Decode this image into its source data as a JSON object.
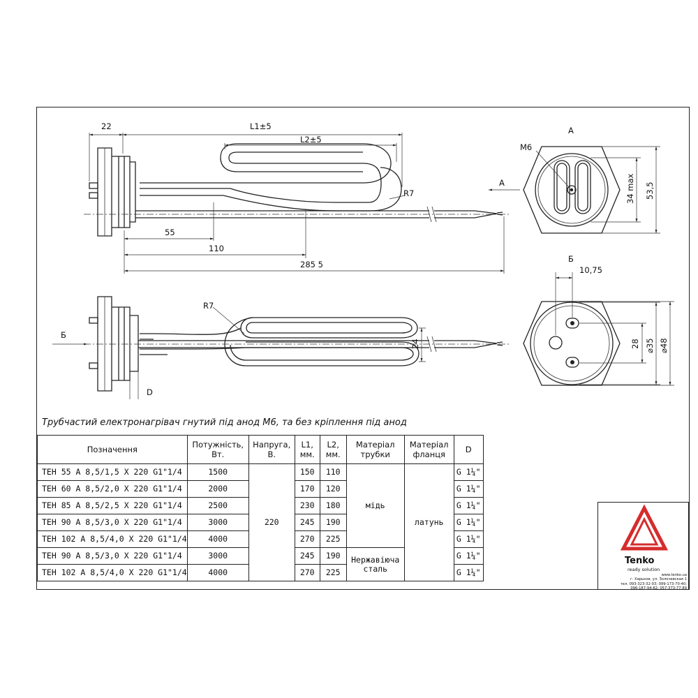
{
  "drawing": {
    "dim_22": "22",
    "dim_l1": "L1±5",
    "dim_l2": "L2±5",
    "dim_55": "55",
    "dim_110": "110",
    "dim_285": "285  5",
    "dim_r7_top": "R7",
    "dim_r7_bottom": "R7",
    "view_a_arrow": "A",
    "view_b_arrow": "Б",
    "label_d": "D",
    "dim_24": "24",
    "view_a_title": "A",
    "view_a_m6": "M6",
    "view_a_34": "34 max",
    "view_a_535": "53,5",
    "view_b_title": "Б",
    "view_b_1075": "10,75",
    "view_b_28": "28",
    "view_b_d35": "⌀35",
    "view_b_d48": "⌀48"
  },
  "caption": "Трубчастий електронагрівач гнутий під анод М6, та без кріплення під анод",
  "table": {
    "headers": {
      "name": "Позначення",
      "power": [
        "Потужність,",
        "Вт."
      ],
      "voltage": [
        "Напруга,",
        "В."
      ],
      "l1": [
        "L1,",
        "мм."
      ],
      "l2": [
        "L2,",
        "мм."
      ],
      "tube": [
        "Матеріал",
        "трубки"
      ],
      "flange": [
        "Матеріал",
        "фланця"
      ],
      "d": "D"
    },
    "rows": [
      {
        "name": "ТЕН 55 А 8,5/1,5 Х 220 G1\"1/4",
        "power": "1500",
        "l1": "150",
        "l2": "110",
        "d": "G 1¼\""
      },
      {
        "name": "ТЕН 60 А 8,5/2,0 Х 220 G1\"1/4",
        "power": "2000",
        "l1": "170",
        "l2": "120",
        "d": "G 1¼\""
      },
      {
        "name": "ТЕН 85 А 8,5/2,5 Х 220 G1\"1/4",
        "power": "2500",
        "l1": "230",
        "l2": "180",
        "d": "G 1¼\""
      },
      {
        "name": "ТЕН 90 А 8,5/3,0 Х 220 G1\"1/4",
        "power": "3000",
        "l1": "245",
        "l2": "190",
        "d": "G 1¼\""
      },
      {
        "name": "ТЕН 102 А 8,5/4,0 Х 220 G1\"1/4",
        "power": "4000",
        "l1": "270",
        "l2": "225",
        "d": "G 1¼\""
      },
      {
        "name": "ТЕН 90 А 8,5/3,0 Х 220 G1\"1/4",
        "power": "3000",
        "l1": "245",
        "l2": "190",
        "d": "G 1¼\""
      },
      {
        "name": "ТЕН 102 А 8,5/4,0 Х 220 G1\"1/4",
        "power": "4000",
        "l1": "270",
        "l2": "225",
        "d": "G 1¼\""
      }
    ],
    "voltage": "220",
    "tube_copper": "мідь",
    "tube_steel": [
      "Нержавіюча",
      "сталь"
    ],
    "flange_brass": "латунь"
  },
  "logo": {
    "brand": "Tenko",
    "tagline": "ready solution",
    "contacts": [
      "www.tenko.ua",
      "г. Харьков, ул. Золочевская 1",
      "тел. 093-323-32-03; 099-173-70-40;",
      "096-187-94-82; 057-373-77-89"
    ],
    "color": "#d62c2c"
  }
}
